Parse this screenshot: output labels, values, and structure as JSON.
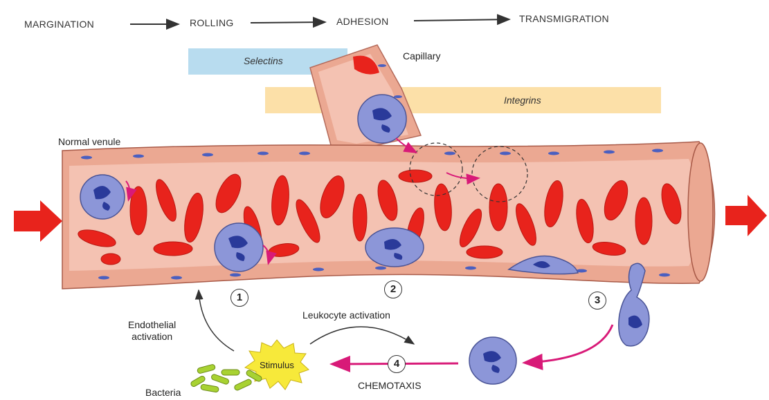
{
  "stages": {
    "margination": "MARGINATION",
    "rolling": "ROLLING",
    "adhesion": "ADHESION",
    "transmigration": "TRANSMIGRATION"
  },
  "molecules": {
    "selectins": "Selectins",
    "integrins": "Integrins"
  },
  "labels": {
    "capillary": "Capillary",
    "normal_venule": "Normal venule",
    "endothelial_activation": "Endothelial\nactivation",
    "leukocyte_activation": "Leukocyte activation",
    "stimulus": "Stimulus",
    "bacteria": "Bacteria",
    "chemotaxis": "CHEMOTAXIS"
  },
  "steps": [
    "1",
    "2",
    "3",
    "4"
  ],
  "colors": {
    "vessel_wall": "#eba892",
    "lumen": "#f4c2b2",
    "rbc": "#e8231c",
    "leukocyte": "#8c96d8",
    "nucleus": "#2a3a9a",
    "flow_arrow": "#e8231c",
    "chemotaxis_arrow": "#d81a78",
    "selectin_band": "#b8dcef",
    "integrin_band": "#fce0a8",
    "stimulus": "#f7e93a",
    "bacteria": "#a8d232"
  }
}
